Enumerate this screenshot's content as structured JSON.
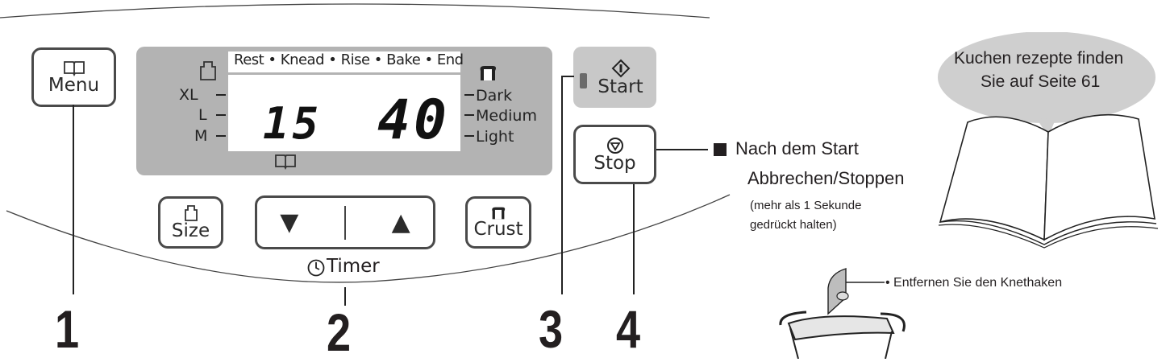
{
  "panel": {
    "menu_label": "Menu",
    "start_label": "Start",
    "stop_label": "Stop",
    "size_label": "Size",
    "crust_label": "Crust",
    "timer_label": "Timer",
    "down_arrow": "▼",
    "up_arrow": "▲"
  },
  "display": {
    "progress_bar": "Rest • Knead • Rise • Bake • End",
    "sizes": [
      "XL",
      "L",
      "M"
    ],
    "crust_levels": [
      "Dark",
      "Medium",
      "Light"
    ],
    "menu_number": "15",
    "time_value": "40"
  },
  "steps": [
    "1",
    "2",
    "3",
    "4"
  ],
  "notes": {
    "stop_title_line1": "Nach dem Start",
    "stop_title_line2": "Abbrechen/Stoppen",
    "stop_hint_line1": "(mehr als 1 Sekunde",
    "stop_hint_line2": "gedrückt halten)",
    "recipe_line1": "Kuchen rezepte finden",
    "recipe_line2": "Sie auf Seite 61",
    "kneader_note": "• Entfernen Sie den Knethaken"
  },
  "colors": {
    "outline": "#4a4a4a",
    "lcd_gray": "#b3b3b3",
    "start_bg": "#c8c8c8",
    "bubble": "#cfcfcf"
  }
}
